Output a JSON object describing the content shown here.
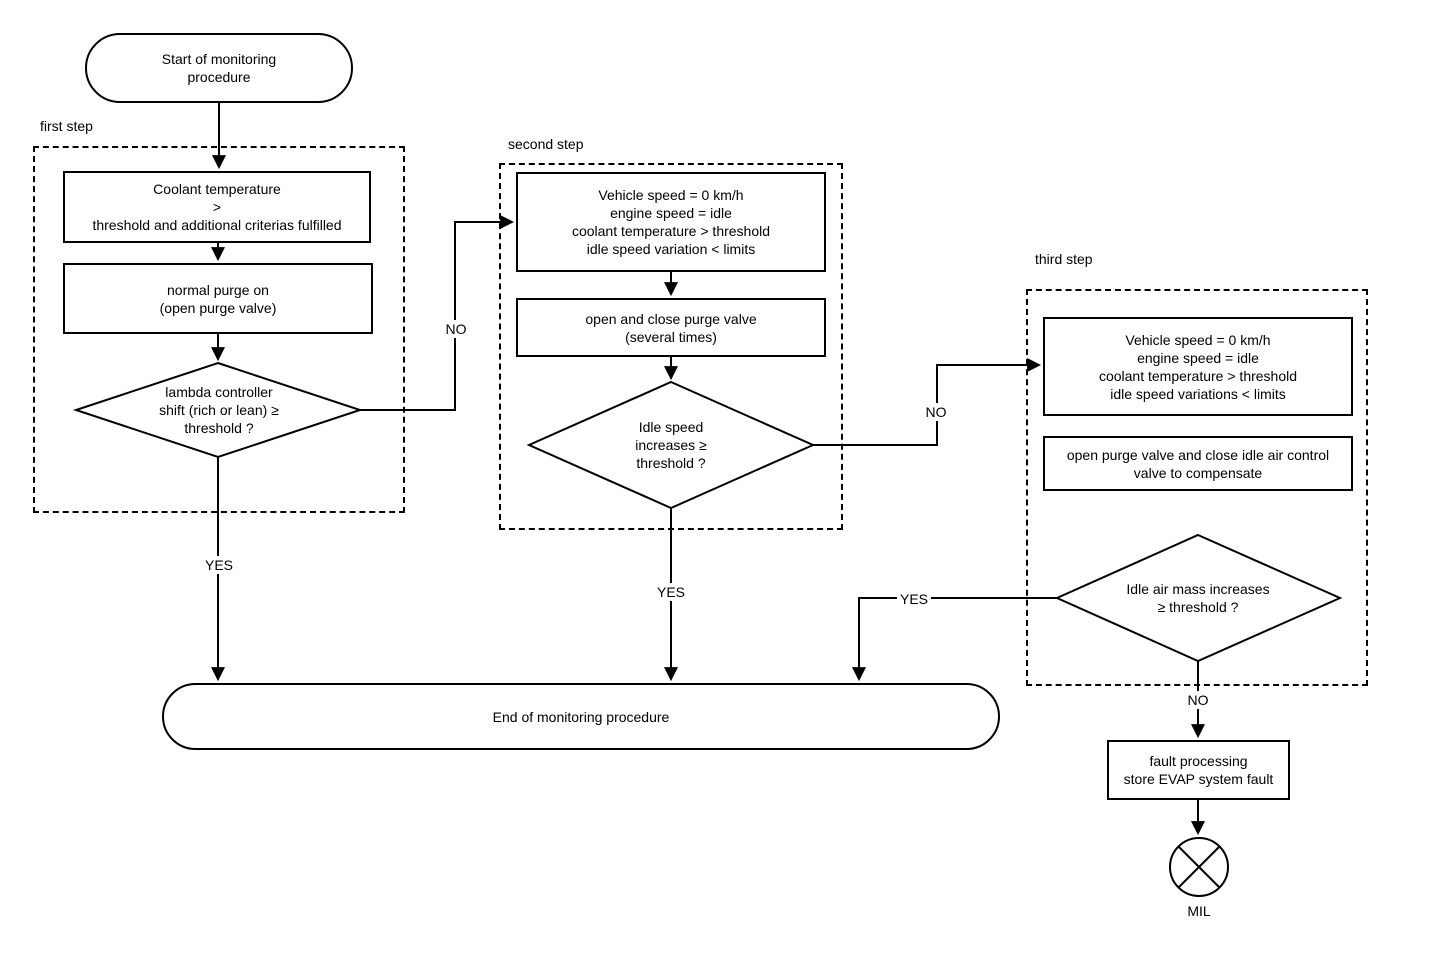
{
  "flow": {
    "start_label": "Start of monitoring\nprocedure",
    "end_label": "End of monitoring procedure",
    "step1": {
      "label": "first step",
      "condition_box": "Coolant temperature\n>\nthreshold and additional criterias fulfilled",
      "action_box": "normal purge on\n(open purge valve)",
      "decision": "lambda controller\nshift (rich or lean) ≥\nthreshold ?",
      "yes_label": "YES",
      "no_label": "NO"
    },
    "step2": {
      "label": "second step",
      "condition_box": "Vehicle speed = 0 km/h\nengine speed = idle\ncoolant temperature > threshold\nidle speed variation < limits",
      "action_box": "open and close purge valve\n(several times)",
      "decision": "Idle speed\nincreases ≥\nthreshold ?",
      "yes_label": "YES",
      "no_label": "NO"
    },
    "step3": {
      "label": "third step",
      "condition_box": "Vehicle speed = 0 km/h\nengine speed = idle\ncoolant temperature > threshold\nidle speed variations < limits",
      "action_box": "open purge valve and close idle air control\nvalve to compensate",
      "decision": "Idle air mass increases\n≥ threshold ?",
      "yes_label": "YES",
      "no_label": "NO"
    },
    "fault_box": "fault processing\nstore EVAP system fault",
    "mil": {
      "label": "MIL",
      "icon": "circle-cross-icon"
    },
    "colors": {
      "line": "#000000",
      "background": "#ffffff",
      "text": "#000000"
    }
  }
}
